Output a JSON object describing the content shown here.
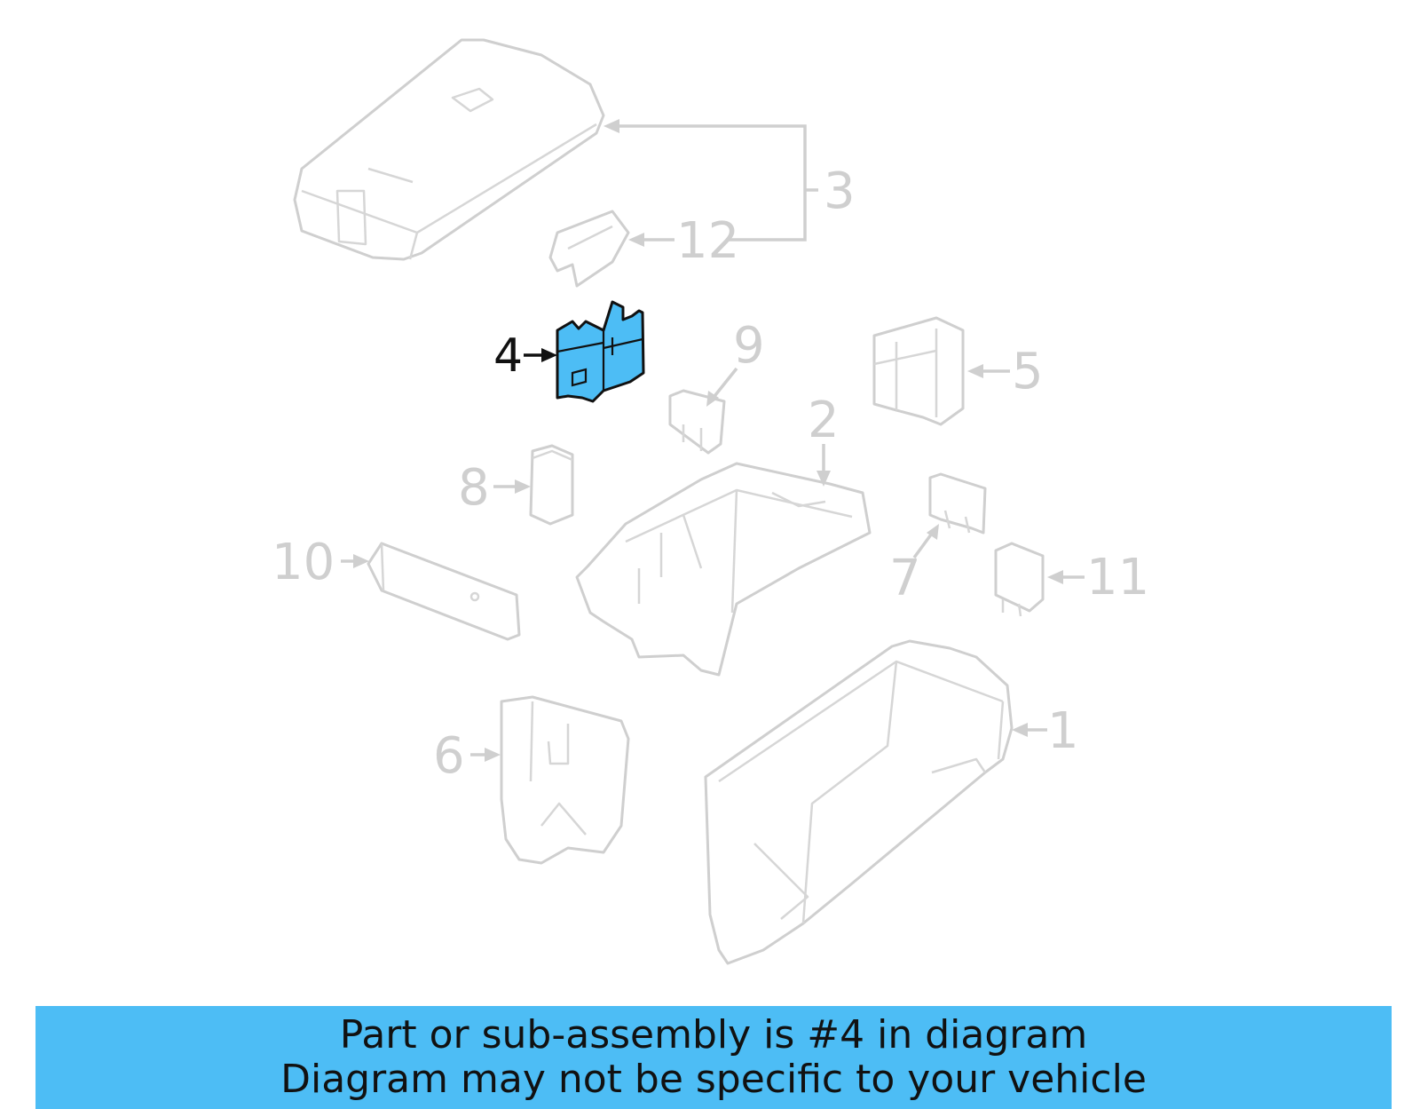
{
  "callouts": {
    "c1": "1",
    "c2": "2",
    "c3": "3",
    "c4": "4",
    "c5": "5",
    "c6": "6",
    "c7": "7",
    "c8": "8",
    "c9": "9",
    "c10": "10",
    "c11": "11",
    "c12": "12"
  },
  "highlighted_part": "4",
  "colors": {
    "highlight": "#4dbdf5",
    "faded_part": "#cfcfcf",
    "outline_highlight": "#111111",
    "banner_bg": "#4dbdf5"
  },
  "banner": {
    "line1": "Part or sub-assembly is #4 in diagram",
    "line2": "Diagram may not be specific to your vehicle"
  }
}
